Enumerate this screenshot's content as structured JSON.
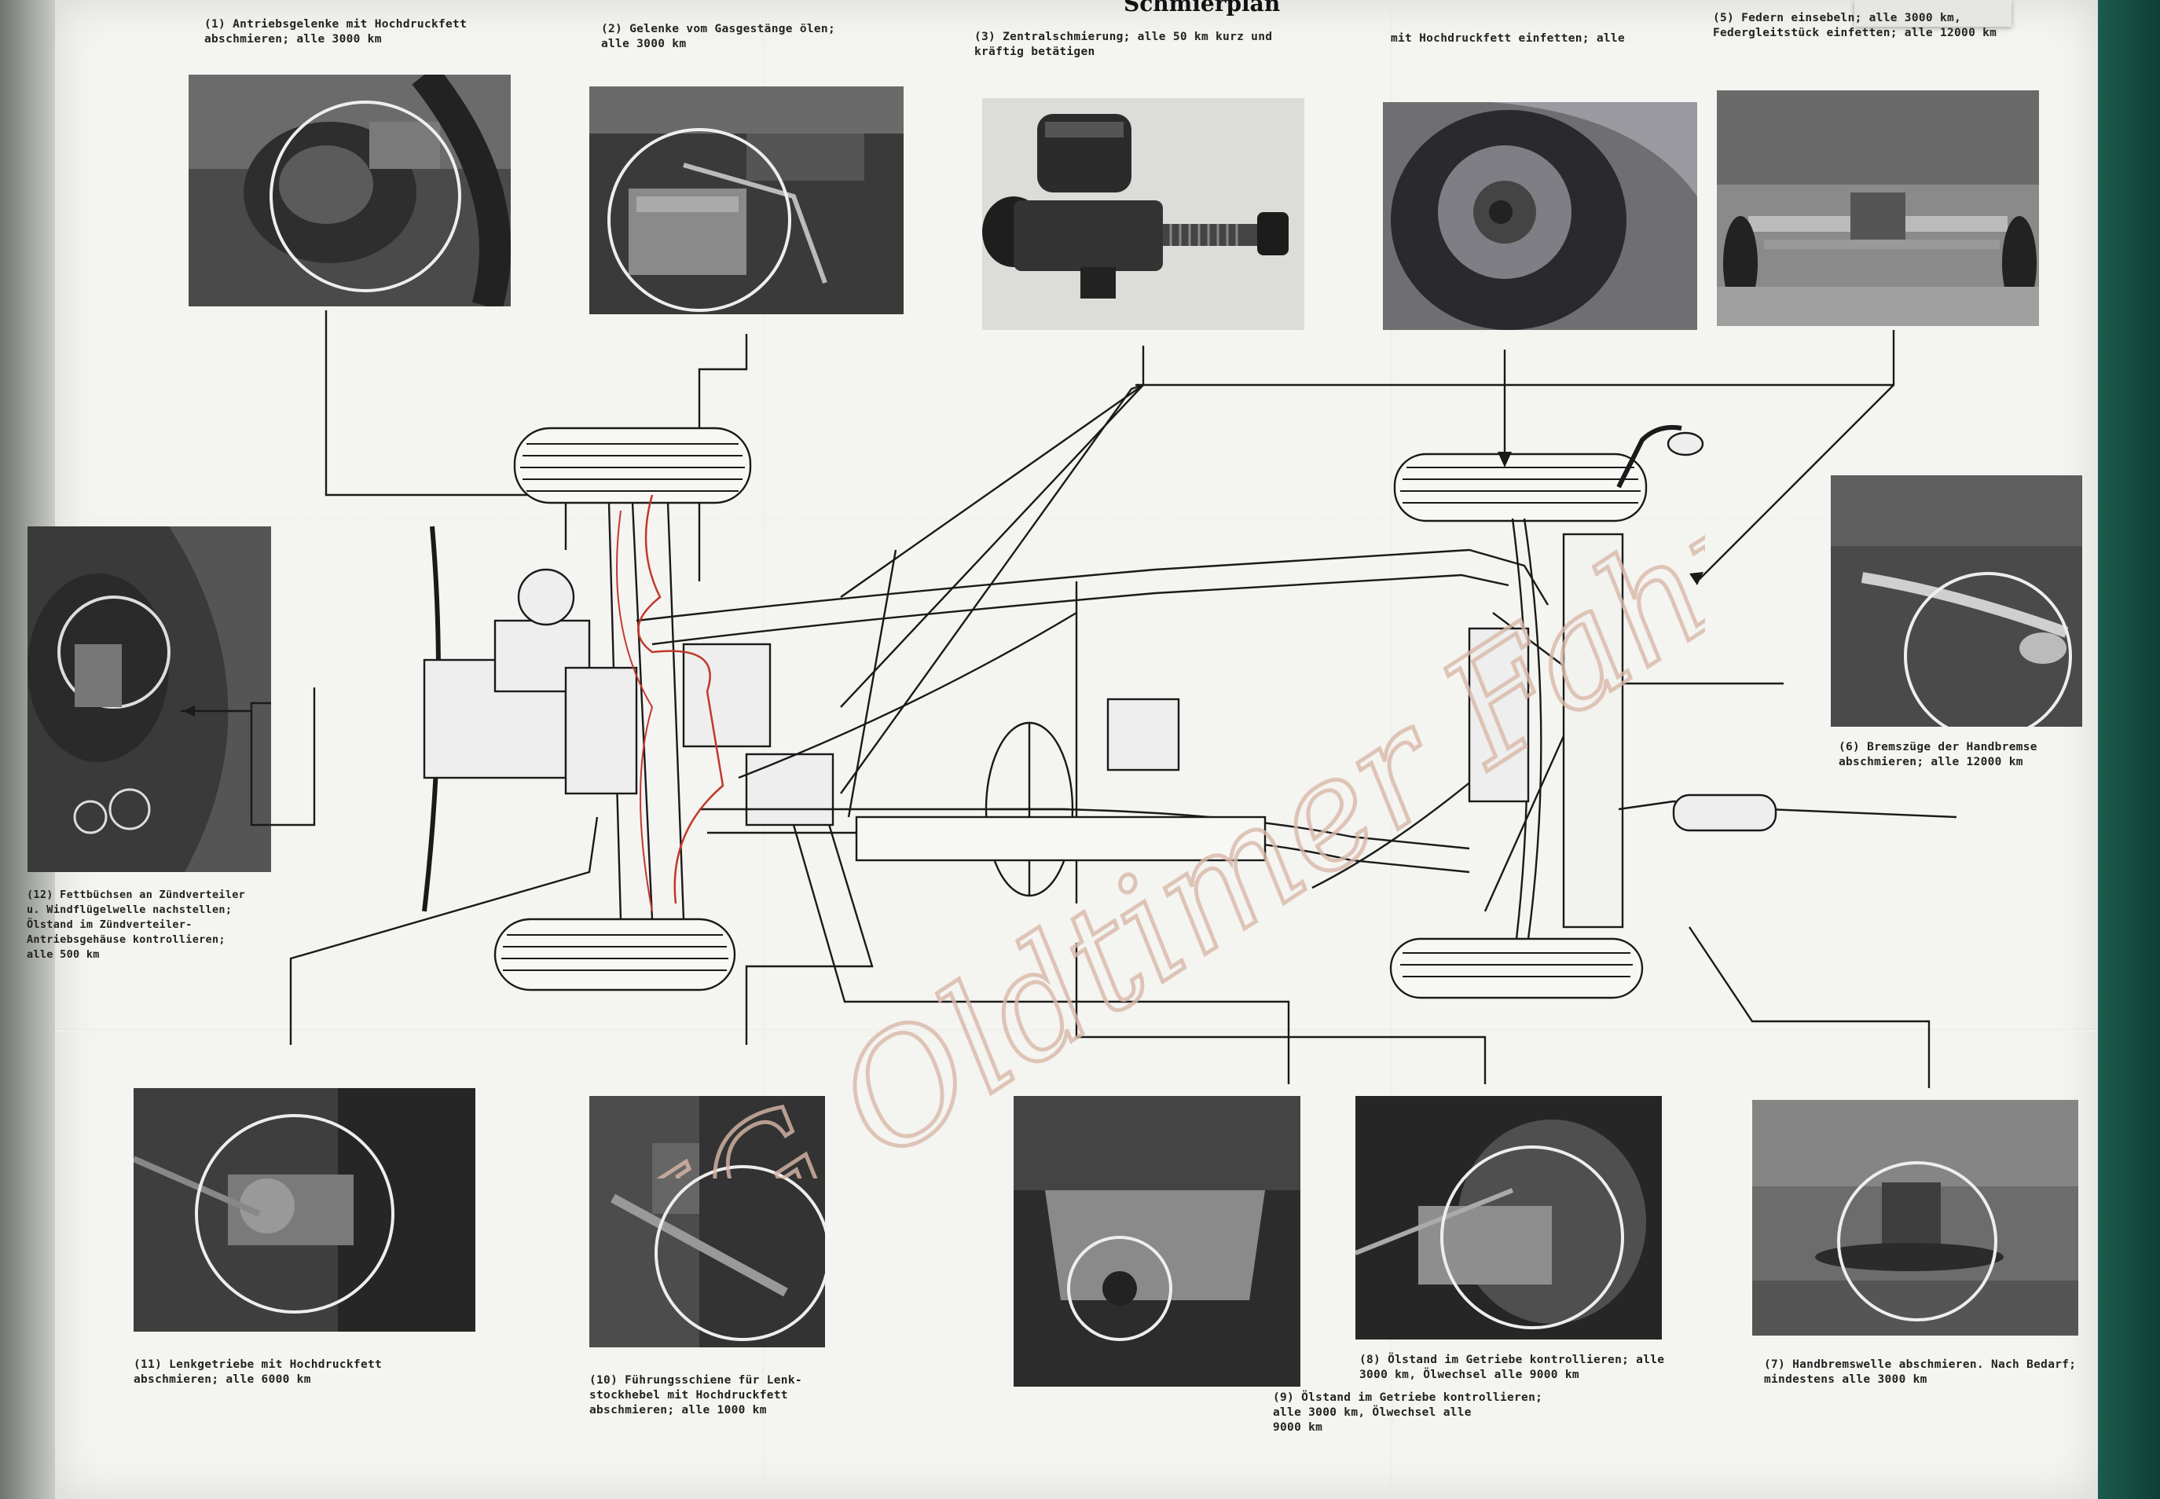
{
  "title": "Schmierplan",
  "watermark": "IG Oldtimer Fahrzeuge",
  "captions": {
    "c1": "(1) Antriebsgelenke mit Hochdruckfett\n     abschmieren; alle 3000 km",
    "c2": "(2) Gelenke vom Gasgestänge ölen;\n     alle 3000 km",
    "c3": "(3) Zentralschmierung; alle 50 km kurz und\n     kräftig betätigen",
    "c4": "mit Hochdruckfett einfetten; alle\n",
    "c5": "(5) Federn                  einsebeln; alle 3000 km,\n     Federgleitstück einfetten; alle 12000 km",
    "c6": "(6) Bremszüge der Handbremse\n     abschmieren; alle 12000 km",
    "c7": "(7) Handbremswelle abschmieren. Nach Bedarf;\n     mindestens alle 3000 km",
    "c8": "(8) Ölstand im Getriebe kontrollieren; alle\n     3000 km, Ölwechsel alle 9000 km",
    "c9": "(9) Ölstand im Getriebe kontrollieren;\n     alle 3000 km, Ölwechsel alle\n     9000 km",
    "c10": "(10) Führungsschiene für Lenk-\n     stockhebel mit Hochdruckfett\n     abschmieren; alle 1000 km",
    "c11": "(11) Lenkgetriebe mit Hochdruckfett\n     abschmieren; alle 6000 km",
    "c12": "(12) Fettbüchsen an Zündverteiler\n  u. Windflügelwelle nachstellen;\n  Ölstand im Zündverteiler-\n  Antriebsgehäuse kontrollieren;\n  alle 500 km"
  },
  "colors": {
    "paper": "#f4f4f1",
    "ink": "#222222",
    "watermark": "#d9b9a8",
    "red_line": "#c0392b"
  }
}
